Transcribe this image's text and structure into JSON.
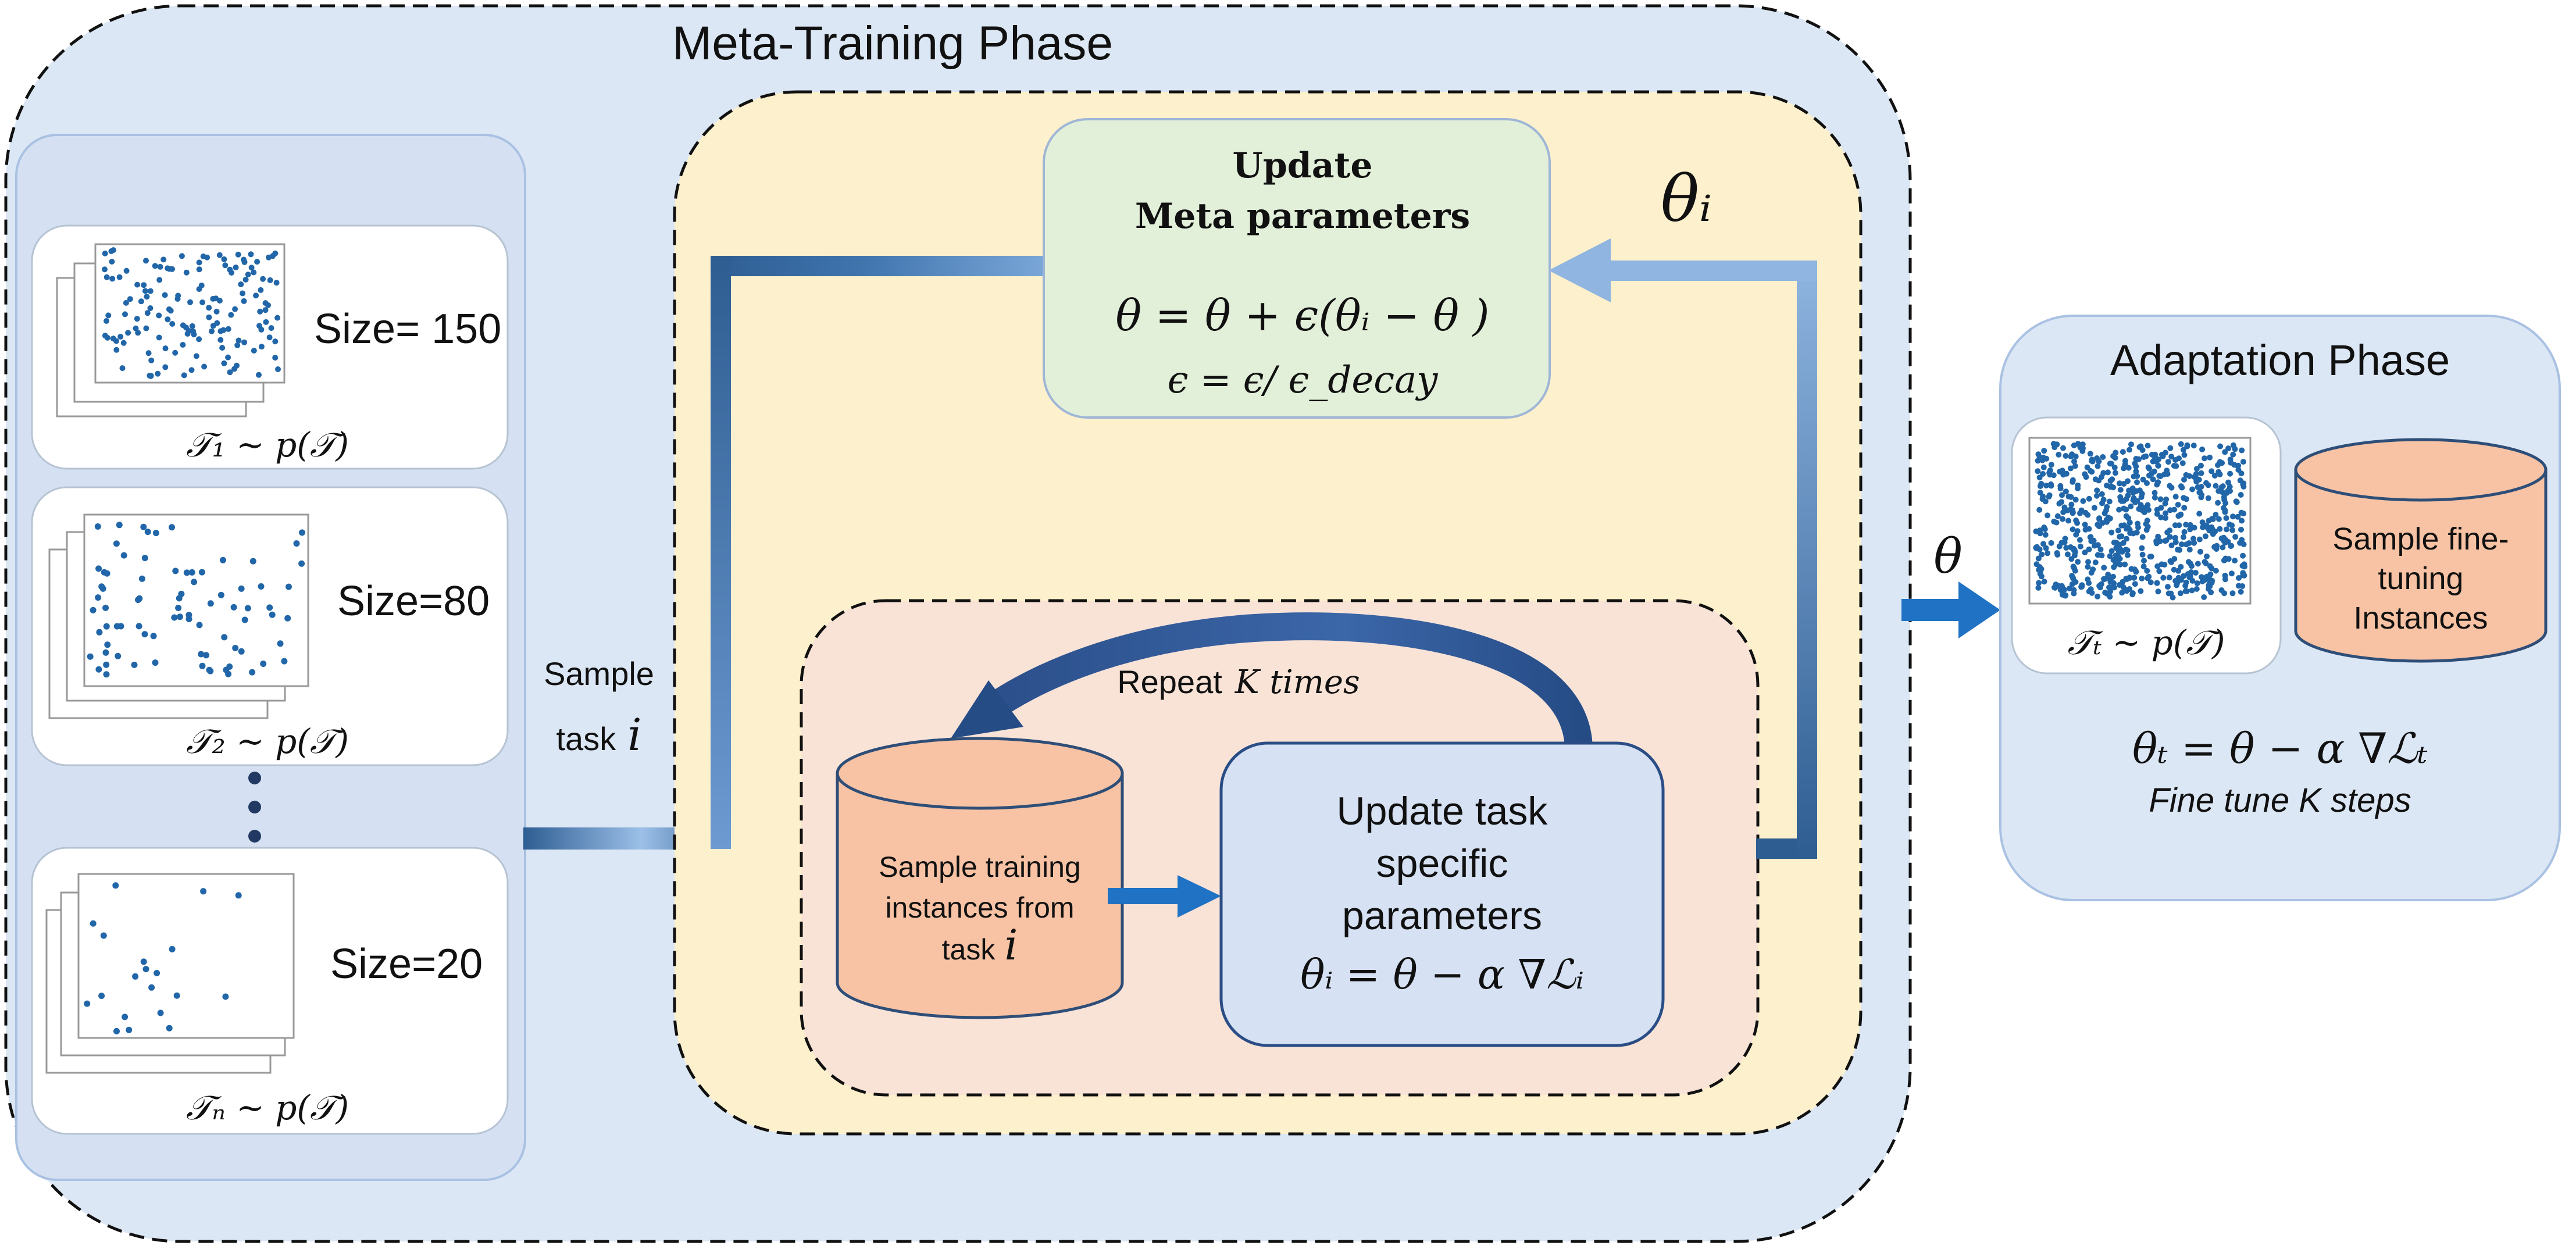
{
  "meta_training": {
    "title": "Meta-Training Phase",
    "tasks": [
      {
        "size_label": "Size= 150",
        "task_label": "𝒯₁ ~ p(𝒯)"
      },
      {
        "size_label": "Size=80",
        "task_label": "𝒯₂ ~ p(𝒯)"
      },
      {
        "size_label": "Size=20",
        "task_label": "𝒯ₙ ~ p(𝒯)"
      }
    ],
    "sample_task_label_line1": "Sample",
    "sample_task_label_line2_text": "task",
    "sample_task_label_line2_var": "i",
    "update_meta": {
      "title_line1": "Update",
      "title_line2": "Meta parameters",
      "eq1": "θ = θ + ϵ(θᵢ − θ )",
      "eq2": "ϵ  = ϵ/ ϵ_decay"
    },
    "theta_i_label": "θᵢ",
    "inner_loop": {
      "repeat_text": "Repeat",
      "repeat_var": "K times",
      "sample_db_line1": "Sample training",
      "sample_db_line2": "instances from",
      "sample_db_line3_text": "task",
      "sample_db_line3_var": "i",
      "update_task_line1": "Update task",
      "update_task_line2": "specific",
      "update_task_line3": "parameters",
      "update_task_eq": "θᵢ  = θ − α ∇ℒᵢ"
    }
  },
  "theta_arrow_label": "θ",
  "adaptation": {
    "title": "Adaptation Phase",
    "task_label": "𝒯ₜ ~ p(𝒯)",
    "db_line1": "Sample fine-",
    "db_line2": "tuning",
    "db_line3": "Instances",
    "eq": "θₜ  = θ  − α ∇ℒₜ",
    "caption": "Fine tune K steps"
  },
  "colors": {
    "meta_bg": "#dce7f5",
    "column_bg": "#d5e1f2",
    "outer_loop_bg": "#fdf0cc",
    "inner_loop_bg": "#f9e3d7",
    "update_meta_bg": "#e2efd9",
    "update_task_bg": "#d6e1f3",
    "db_fill": "#f7c3a4",
    "arrow_dark": "#2e5d92",
    "arrow_light": "#8fb5e0",
    "arrow_blue": "#1f72c4",
    "point_blue": "#2166a8"
  }
}
